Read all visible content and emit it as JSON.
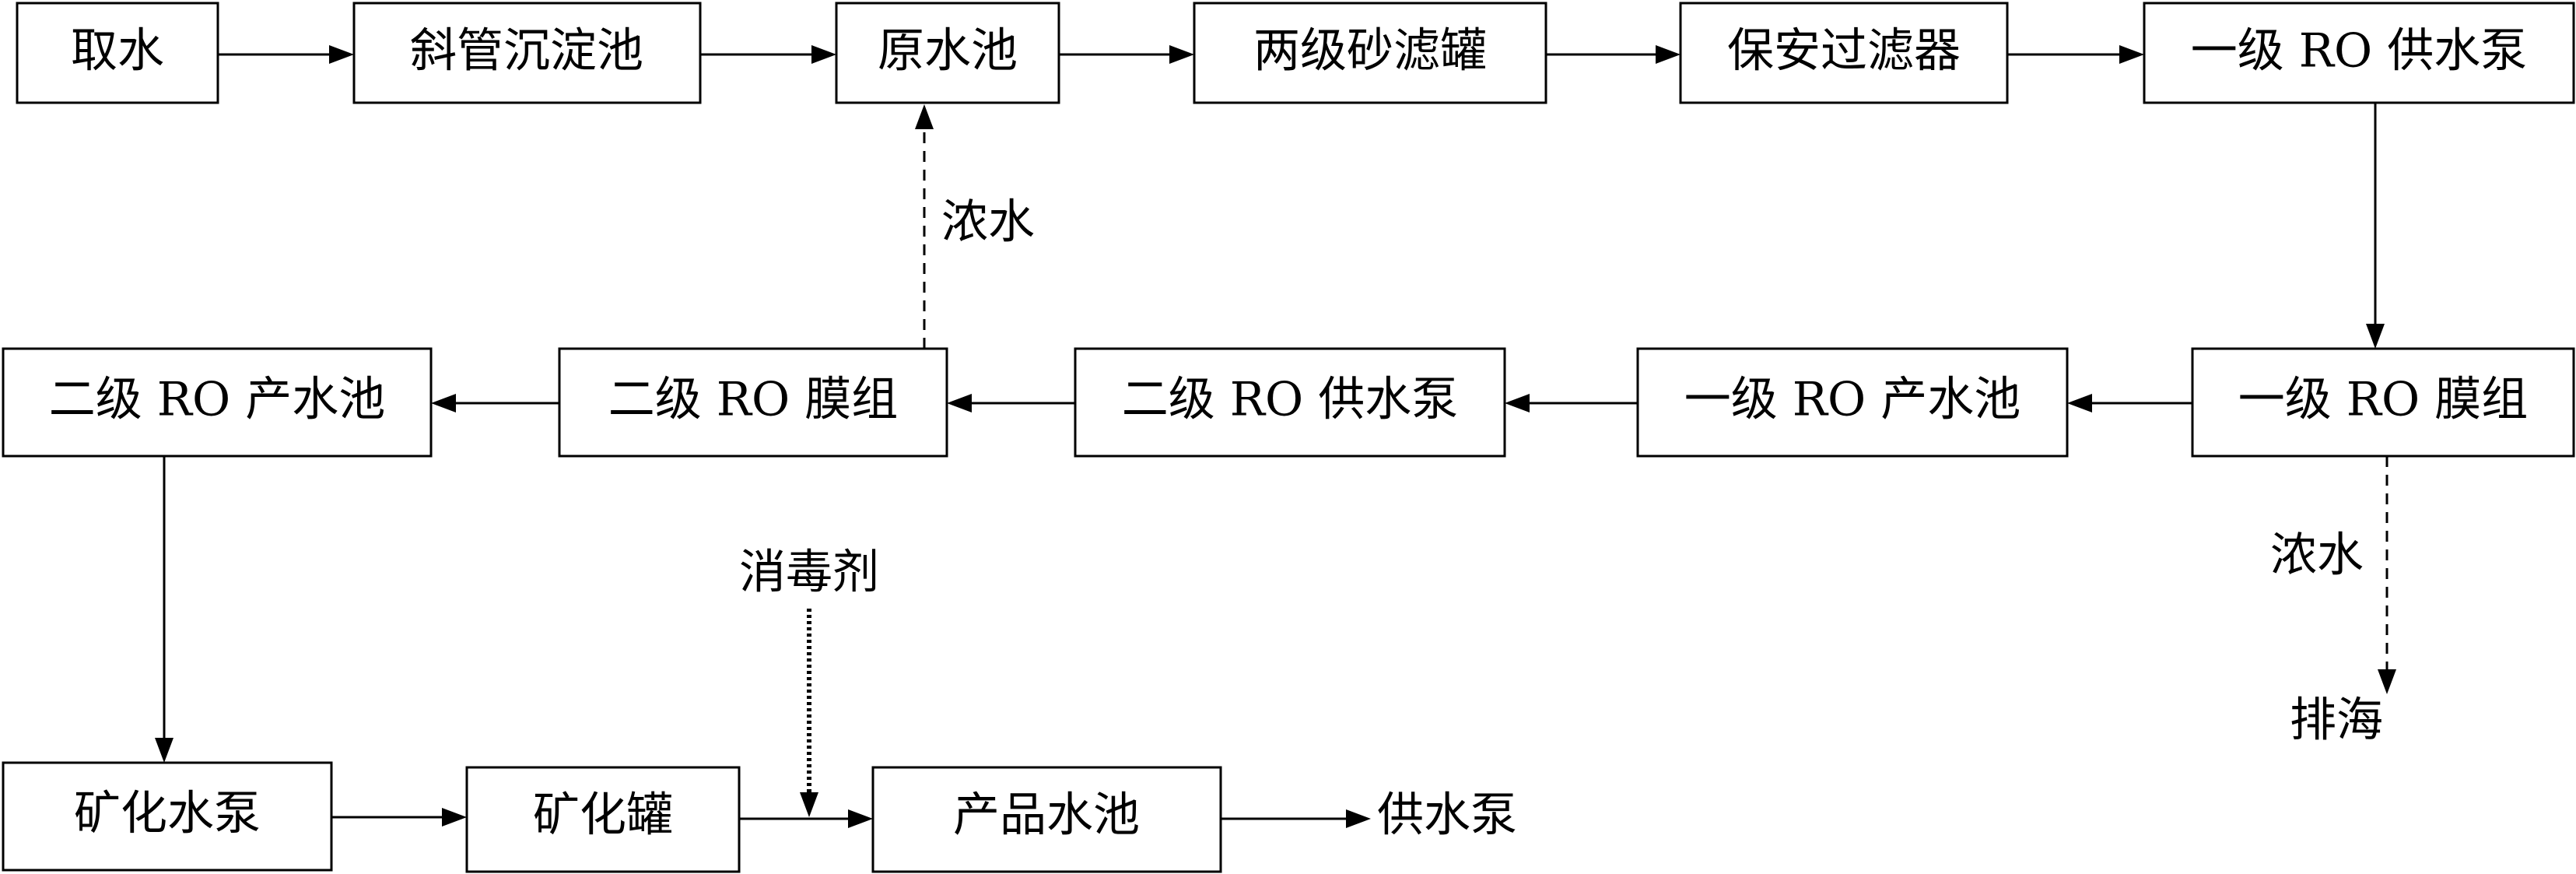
{
  "nodes": {
    "intake": "取水",
    "sloped_tube_settling": "斜管沉淀池",
    "raw_water_tank": "原水池",
    "two_stage_sand_filter": "两级砂滤罐",
    "security_filter": "保安过滤器",
    "ro1_feed_pump": "一级 RO 供水泵",
    "ro1_membrane": "一级 RO 膜组",
    "ro1_product_tank": "一级 RO 产水池",
    "ro2_feed_pump": "二级 RO 供水泵",
    "ro2_membrane": "二级 RO 膜组",
    "ro2_product_tank": "二级 RO 产水池",
    "mineral_pump": "矿化水泵",
    "mineral_tank": "矿化罐",
    "product_water_tank": "产品水池"
  },
  "labels": {
    "concentrate_return": "浓水",
    "concentrate_discharge": "浓水",
    "discharge_to_sea": "排海",
    "disinfectant": "消毒剂",
    "supply_pump": "供水泵"
  }
}
